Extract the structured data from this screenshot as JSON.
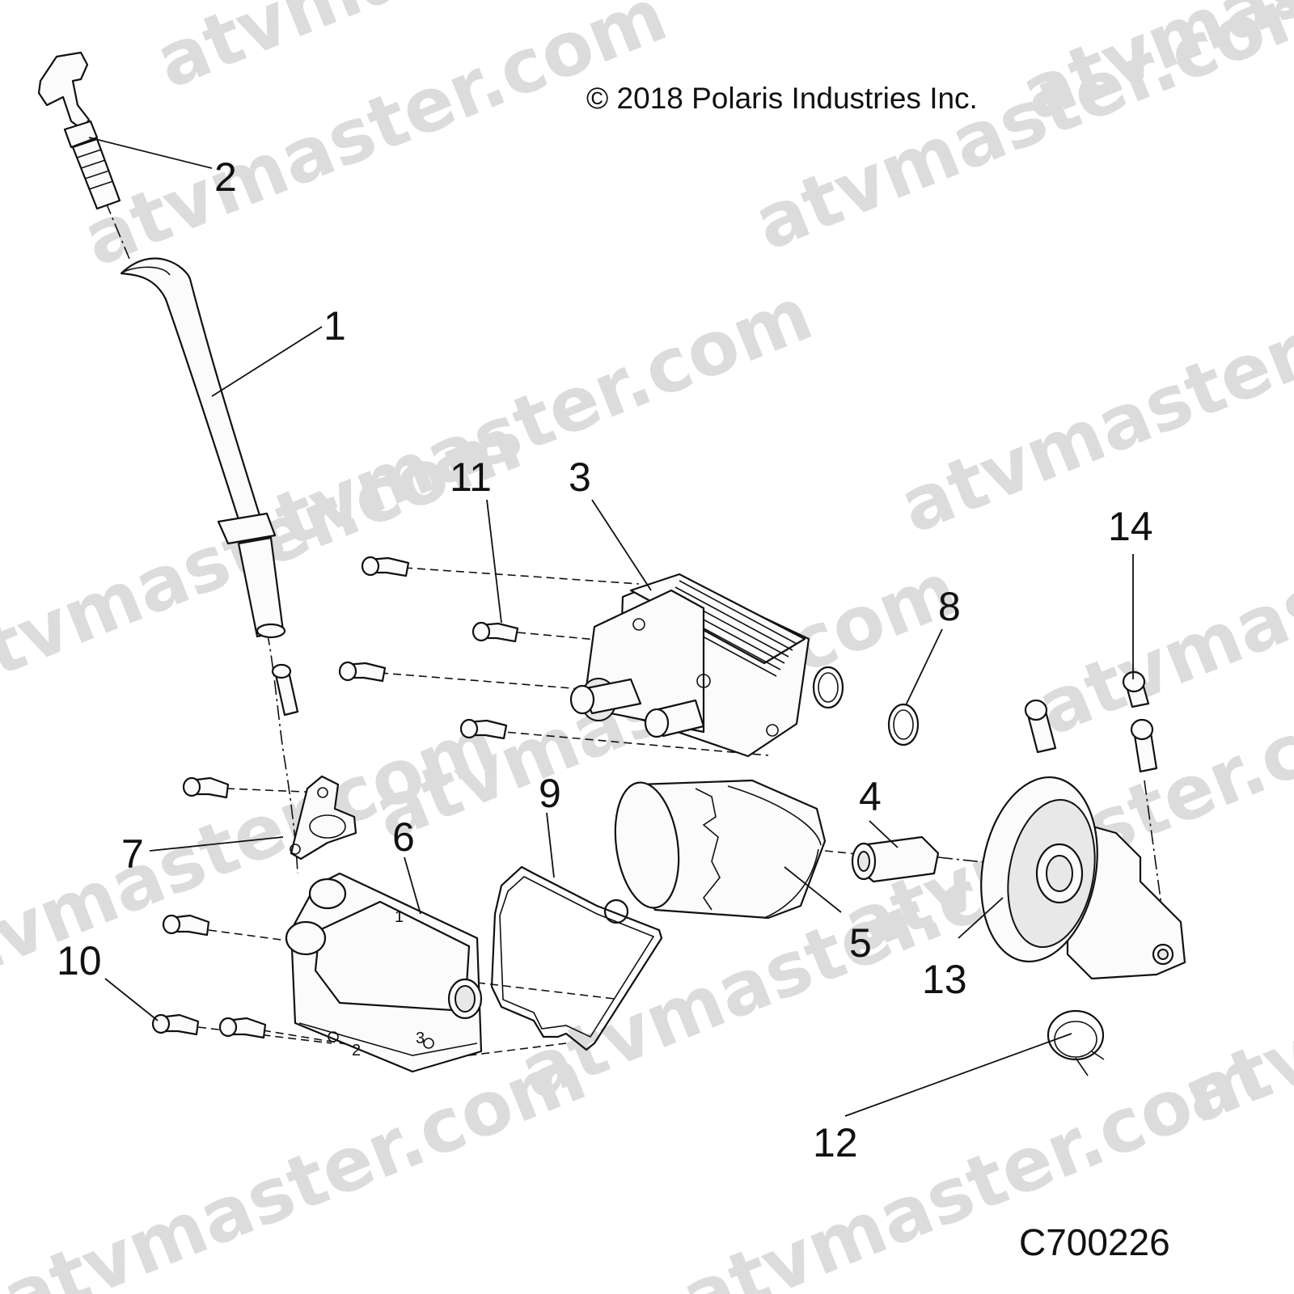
{
  "copyright": "© 2018 Polaris Industries Inc.",
  "diagram_code": "C700226",
  "watermark_text": "atvmaster.com",
  "callouts": {
    "c1": "1",
    "c2": "2",
    "c3": "3",
    "c4": "4",
    "c5": "5",
    "c6": "6",
    "c7": "7",
    "c8": "8",
    "c9": "9",
    "c10": "10",
    "c11": "11",
    "c12": "12",
    "c13": "13",
    "c14": "14"
  },
  "part_markings": {
    "m1": "1",
    "m2": "2",
    "m3": "3"
  }
}
